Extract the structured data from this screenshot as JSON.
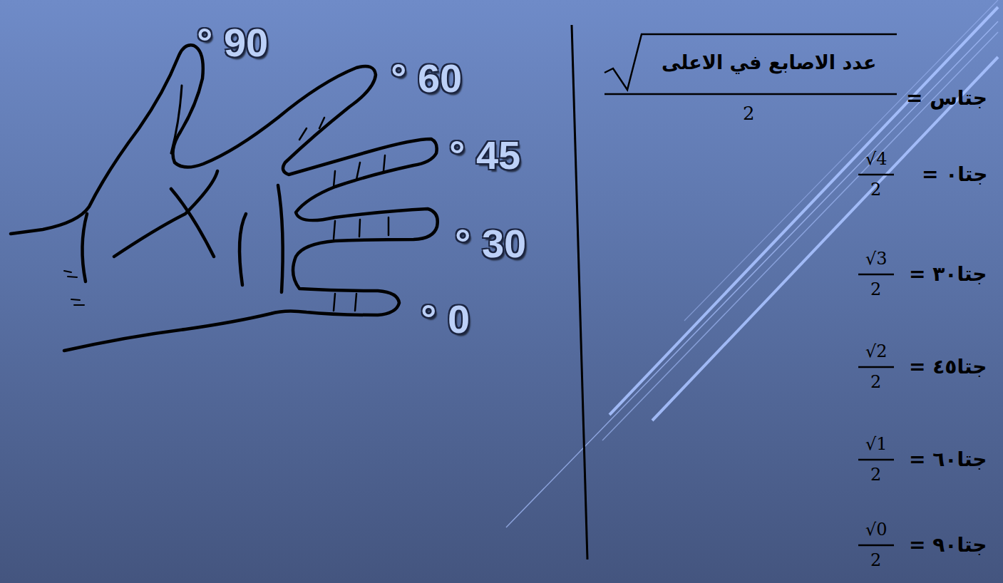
{
  "diagram": {
    "labels": [
      "° 90",
      "° 60",
      "° 45",
      "° 30",
      "° 0",
      "جتاس =",
      "عدد الاصابع في الاعلى",
      "2",
      "جتا٠ =",
      "√4",
      "2",
      "جتا٣٠ =",
      "√3",
      "2",
      "جتا٤٥ =",
      "√2",
      "2",
      "جتا٦٠ =",
      "√1",
      "2",
      "جتا٩٠ =",
      "√0",
      "2"
    ]
  }
}
